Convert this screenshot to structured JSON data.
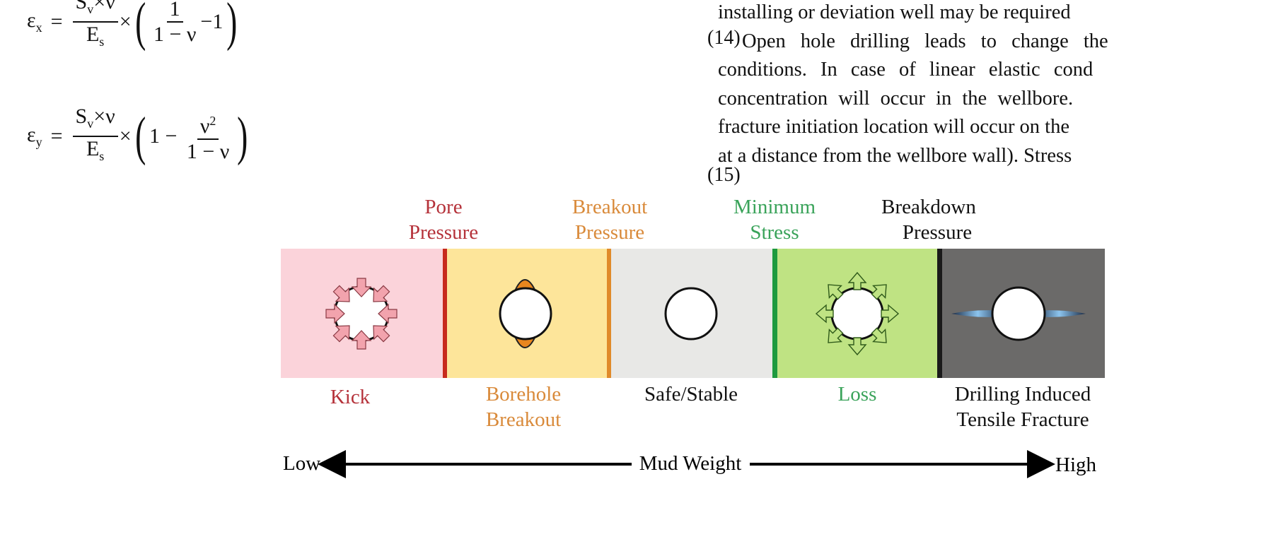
{
  "equations": [
    {
      "lhs": "ε",
      "lhs_sub": "x",
      "num": "S",
      "num_sub": "v",
      "num_rest": "×ν",
      "den": "E",
      "den_sub": "s",
      "inner_num": "1",
      "inner_den": "1 − ν",
      "tail": "−1",
      "number": "(14)"
    },
    {
      "lhs": "ε",
      "lhs_sub": "y",
      "num": "S",
      "num_sub": "v",
      "num_rest": "×ν",
      "den": "E",
      "den_sub": "s",
      "lead": "1 − ",
      "inner_num": "ν",
      "inner_num_sup": "2",
      "inner_den": "1 − ν",
      "number": "(15)"
    }
  ],
  "body_text": [
    "installing or deviation well may be required",
    "Open hole drilling leads to change the",
    "conditions. In case of linear elastic cond",
    "concentration will occur in the wellbore.",
    "fracture initiation location will occur on the",
    "at a distance from the wellbore wall). Stress"
  ],
  "figure": {
    "top_labels": [
      {
        "line1": "Pore",
        "line2": "Pressure",
        "color": "#b5323a"
      },
      {
        "line1": "Breakout",
        "line2": "Pressure",
        "color": "#d98a3a"
      },
      {
        "line1": "Minimum",
        "line2": "Stress",
        "color": "#3aa35a"
      },
      {
        "line1": "Breakdown",
        "line2": "Pressure",
        "color": "#111111"
      }
    ],
    "zones": [
      {
        "label1": "Kick",
        "label2": "",
        "color": "#fbd3da",
        "label_color": "#b5323a"
      },
      {
        "label1": "Borehole",
        "label2": "Breakout",
        "color": "#fde59a",
        "label_color": "#d98a3a"
      },
      {
        "label1": "Safe/Stable",
        "label2": "",
        "color": "#e8e8e6",
        "label_color": "#111111"
      },
      {
        "label1": "Loss",
        "label2": "",
        "color": "#bfe383",
        "label_color": "#3aa35a"
      },
      {
        "label1": "Drilling Induced",
        "label2": "Tensile Fracture",
        "color": "#6b6a69",
        "label_color": "#111111"
      }
    ],
    "boundary_colors": [
      "#c72a1c",
      "#e08a2a",
      "#1e9a3e",
      "#1a1a1a"
    ],
    "axis": {
      "low": "Low",
      "middle": "Mud Weight",
      "high": "High"
    }
  }
}
